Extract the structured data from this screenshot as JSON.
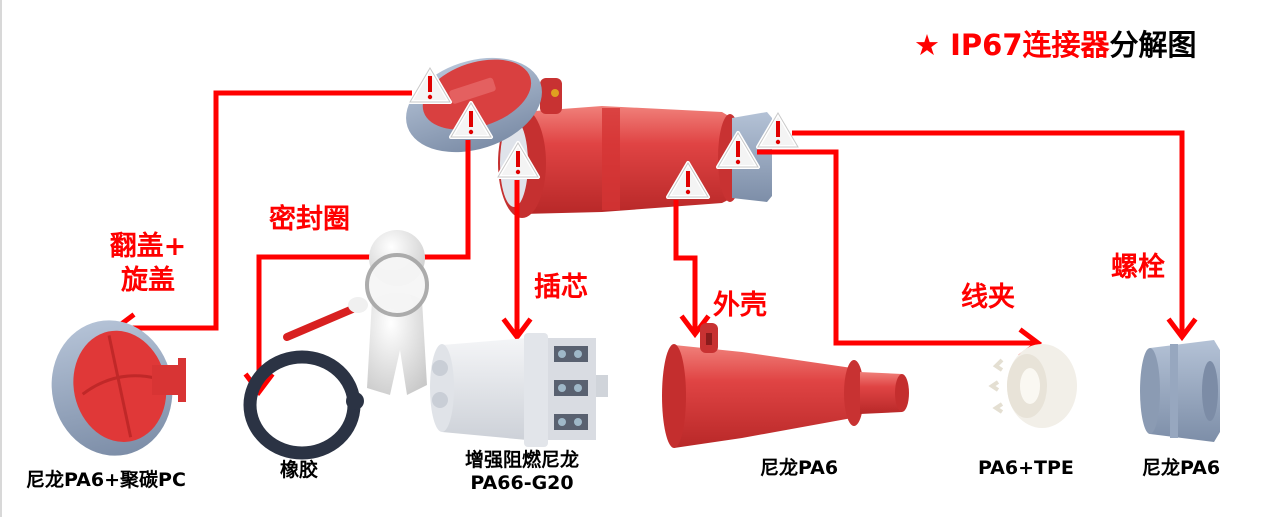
{
  "title": {
    "star": "★",
    "red_text": "IP67连接器",
    "black_text": "分解图"
  },
  "callouts": {
    "flip_cap": {
      "line1": "翻盖+",
      "line2": "旋盖"
    },
    "seal_ring": "密封圈",
    "insert": "插芯",
    "housing": "外壳",
    "cable_clamp": "线夹",
    "nut": "螺栓"
  },
  "materials": {
    "flip_cap": "尼龙PA6+聚碳PC",
    "seal_ring": "橡胶",
    "insert": {
      "line1": "增强阻燃尼龙",
      "line2": "PA66-G20"
    },
    "housing": "尼龙PA6",
    "cable_clamp": "PA6+TPE",
    "nut": "尼龙PA6"
  },
  "colors": {
    "accent_red": "#ff0000",
    "text_black": "#000000",
    "part_red": "#d93a3a",
    "part_gray": "#8fa0b8",
    "seal_dark": "#2b3344",
    "insert_white": "#e8eaee"
  }
}
